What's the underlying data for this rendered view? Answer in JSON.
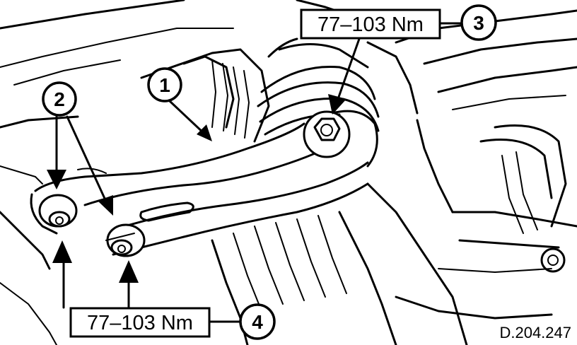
{
  "callouts": {
    "c1": "1",
    "c2": "2",
    "c3": "3",
    "c4": "4"
  },
  "torque": {
    "top": "77–103 Nm",
    "bottom": "77–103 Nm"
  },
  "figure_id": "D.204.247"
}
